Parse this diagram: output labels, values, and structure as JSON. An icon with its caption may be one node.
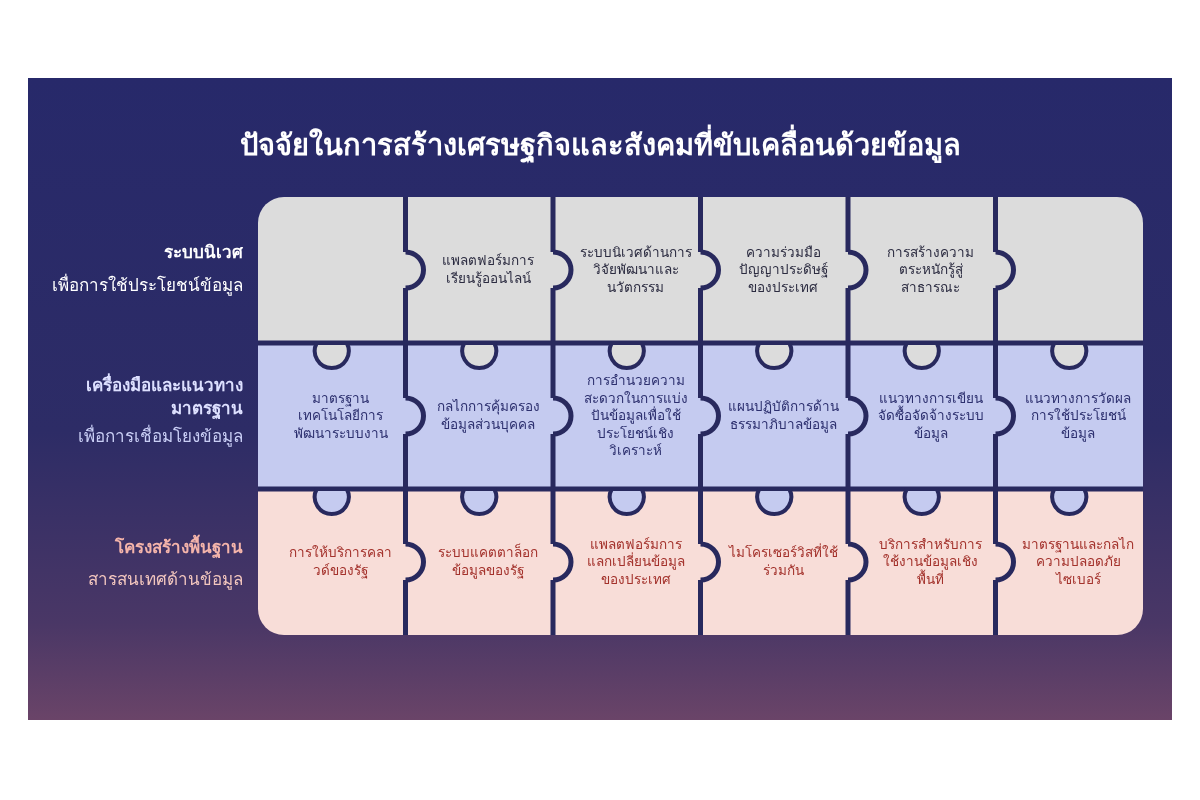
{
  "diagram": {
    "title": "ปัจจัยในการสร้างเศรษฐกิจและสังคมที่ขับเคลื่อนด้วยข้อมูล",
    "nodes": [
      {
        "text": [],
        "shape": "box"
      },
      {
        "text": [
          "แพลตฟอร์มการเรียนรู้ออนไลน์"
        ]
      },
      {
        "text": [
          "ระบบนิเวศด้านการวิจัยพัฒนาและนวัตกรรม"
        ]
      },
      {
        "text": [
          "ความร่วมมือปัญญาประดิษฐ์ของประเทศ"
        ]
      },
      {
        "text": [
          "การสร้างความตระหนักรู้สู่สาธารณะ"
        ]
      },
      {
        "text": [],
        "shape": "box"
      },
      {
        "text": [
          "มาตรฐานเทคโนโลยีการพัฒนาระบบงาน"
        ]
      },
      {
        "text": [
          "กลไกการคุ้มครองข้อมูลส่วนบุคคล"
        ]
      },
      {
        "text": [
          "การอำนวยความสะดวกในการแบ่งปันข้อมูลเพื่อใช้ประโยชน์เชิงวิเคราะห์"
        ]
      },
      {
        "text": [
          "แผนปฏิบัติการด้านธรรมาภิบาลข้อมูล"
        ]
      },
      {
        "text": [
          "แนวทางการเขียนจัดซื้อจัดจ้างระบบข้อมูล"
        ]
      },
      {
        "text": [
          "แนวทางการวัดผลการใช้ประโยชน์ข้อมูล"
        ]
      },
      {
        "text": [
          "การให้บริการคลาวด์ของรัฐ"
        ]
      },
      {
        "text": [
          "ระบบแคตตาล็อกข้อมูลของรัฐ"
        ]
      },
      {
        "text": [
          "แพลตฟอร์มการแลกเปลี่ยนข้อมูลของประเทศ"
        ]
      },
      {
        "text": [
          "ไมโครเซอร์วิสที่ใช้ร่วมกัน"
        ]
      },
      {
        "text": [
          "บริการสำหรับการใช้งานข้อมูลเชิงพื้นที่"
        ]
      },
      {
        "text": [
          "มาตรฐานและกลไกความปลอดภัยไซเบอร์"
        ]
      }
    ],
    "labels": [
      "ระบบนิเวศ",
      "เพื่อการใช้ประโยชน์ข้อมูล",
      "เครื่องมือและแนวทางมาตรฐาน",
      "เพื่อการเชื่อมโยงข้อมูล",
      "โครงสร้างพื้นฐาน",
      "สารสนเทศด้านข้อมูล"
    ]
  }
}
